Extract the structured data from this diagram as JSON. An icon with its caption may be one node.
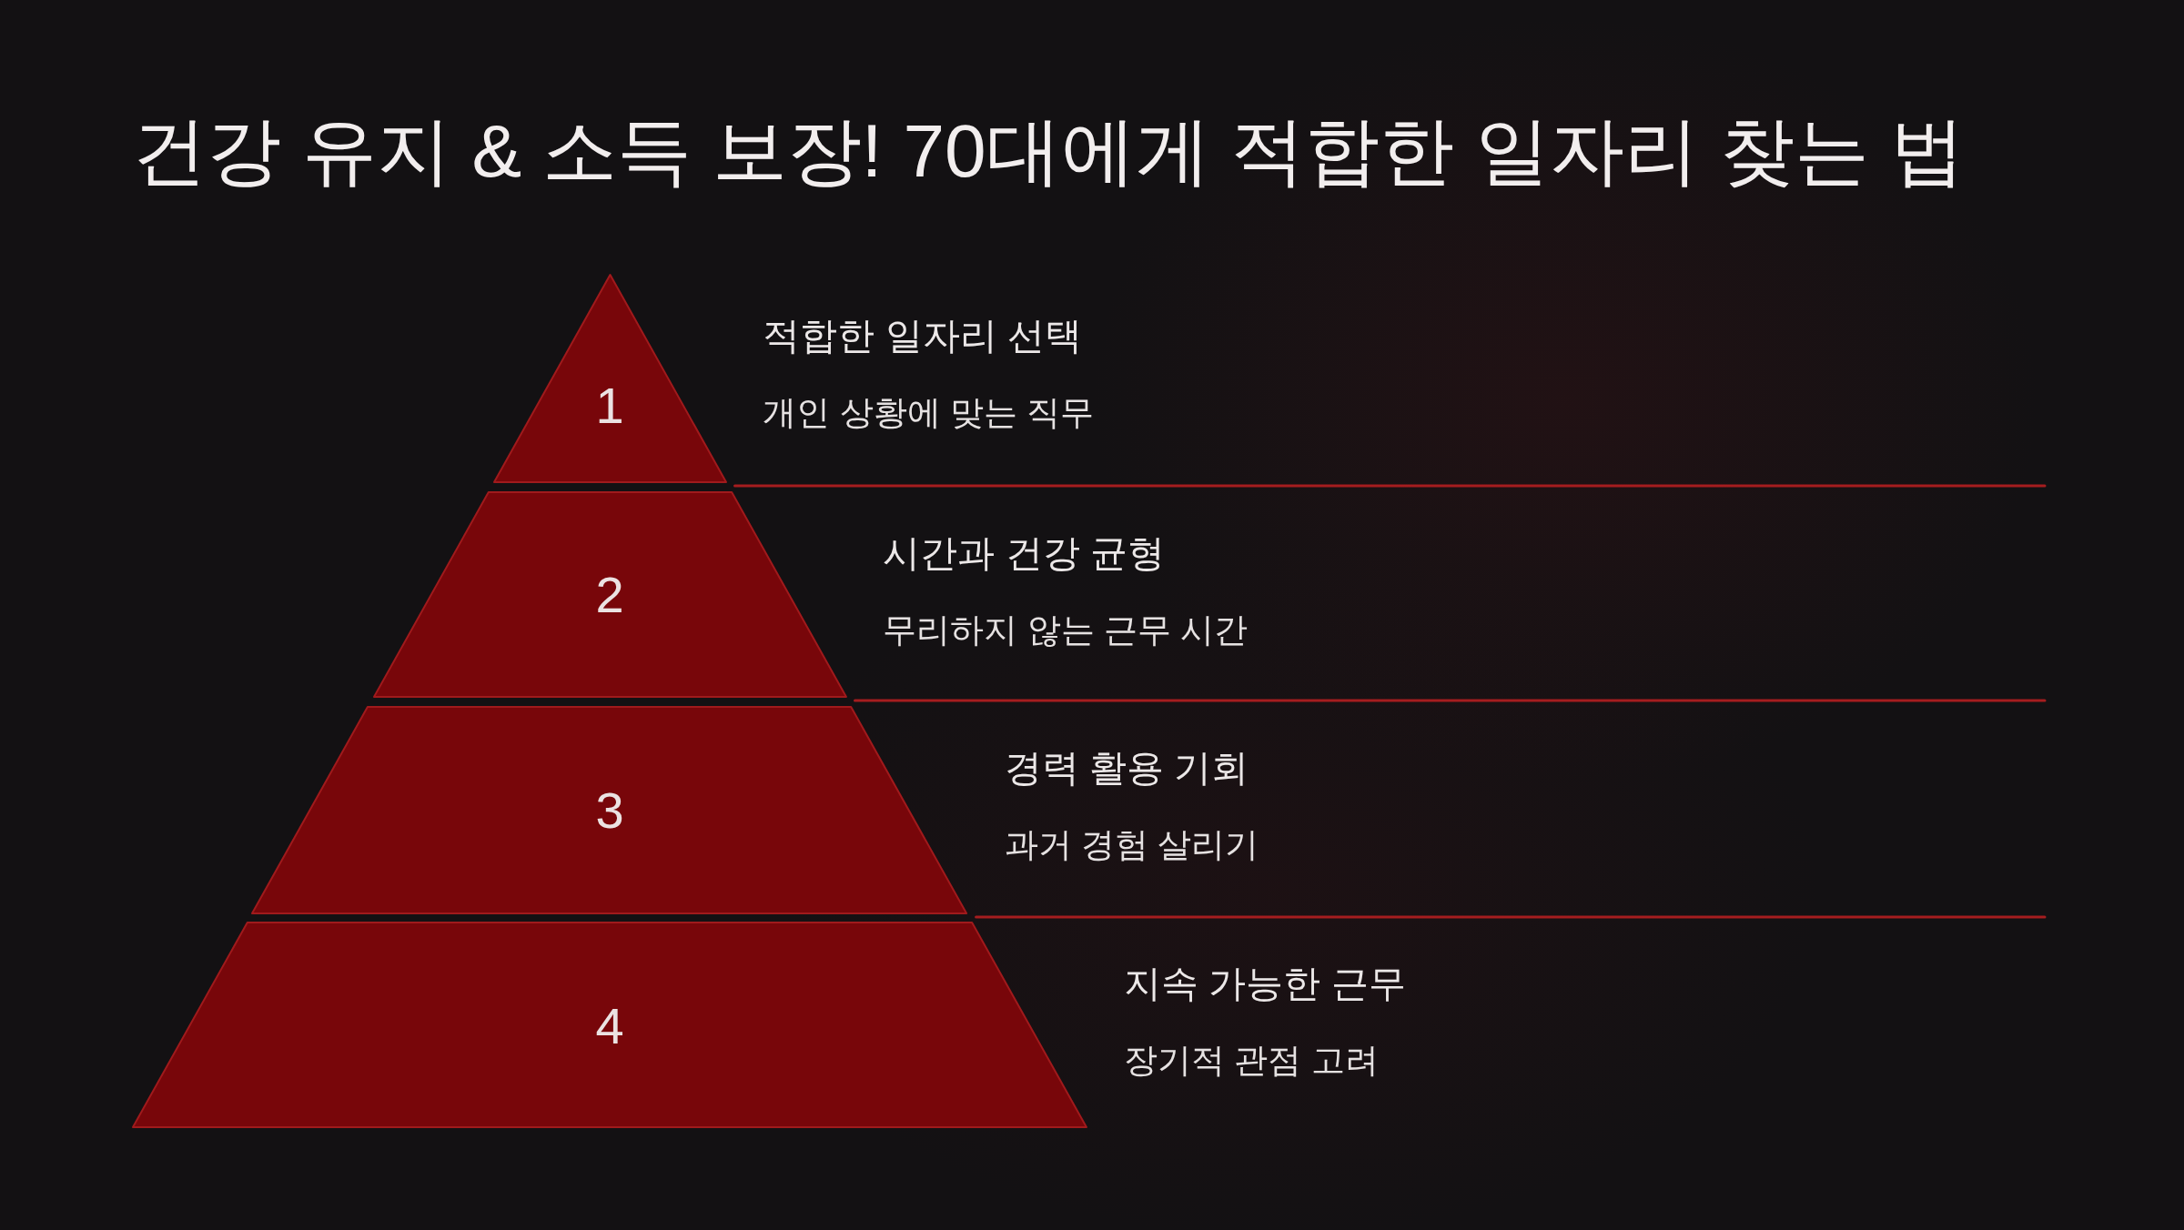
{
  "diagram": {
    "title": "건강 유지 & 소득 보장! 70대에게 적합한 일자리 찾는 법",
    "nodes": [
      {
        "text": [
          "1"
        ],
        "beside": [
          "적합한 일자리 선택",
          "개인 상황에 맞는 직무"
        ]
      },
      {
        "text": [
          "2"
        ],
        "beside": [
          "시간과 건강 균형",
          "무리하지 않는 근무 시간"
        ]
      },
      {
        "text": [
          "3"
        ],
        "beside": [
          "경력 활용 기회",
          "과거 경험 살리기"
        ]
      },
      {
        "text": [
          "4"
        ],
        "beside": [
          "지속 가능한 근무",
          "장기적 관점 고려"
        ]
      }
    ]
  }
}
